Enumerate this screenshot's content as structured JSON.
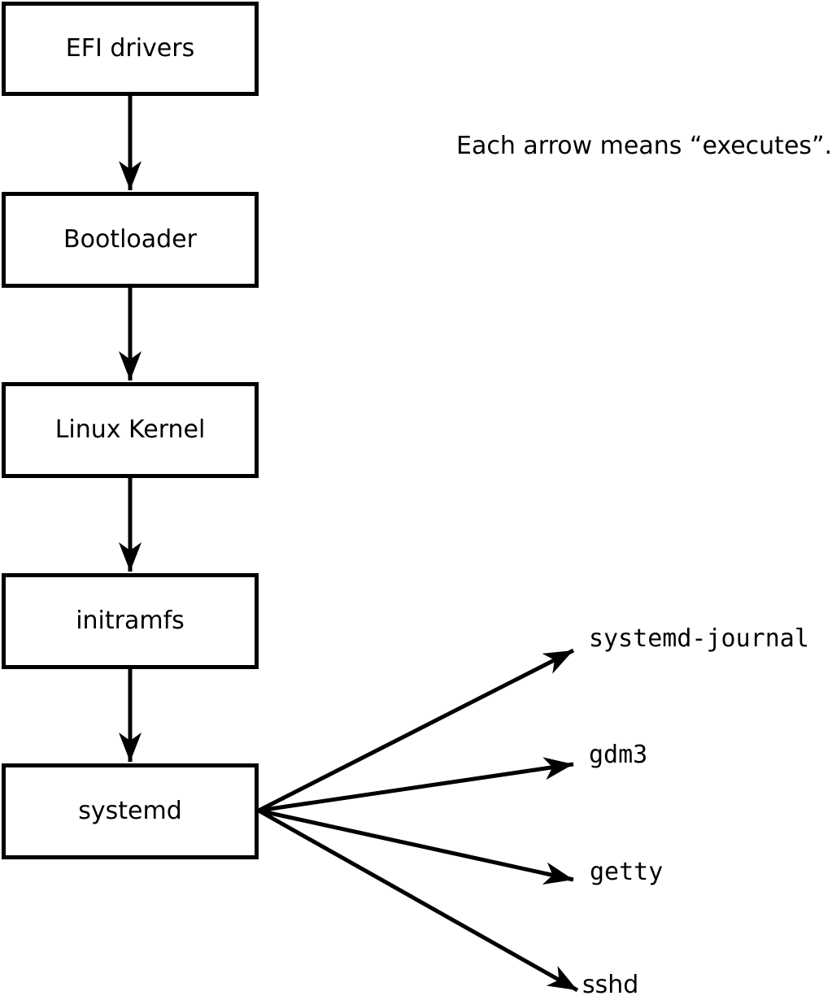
{
  "diagram": {
    "caption": "Each arrow means “executes”.",
    "arrow_meaning": "executes",
    "colors": {
      "ink": "#000000",
      "background": "#ffffff"
    },
    "chain": [
      {
        "label": "EFI drivers"
      },
      {
        "label": "Bootloader"
      },
      {
        "label": "Linux Kernel"
      },
      {
        "label": "initramfs"
      },
      {
        "label": "systemd"
      }
    ],
    "spawned": [
      {
        "label": "systemd-journal"
      },
      {
        "label": "gdm3"
      },
      {
        "label": "getty"
      },
      {
        "label": "sshd"
      }
    ]
  }
}
